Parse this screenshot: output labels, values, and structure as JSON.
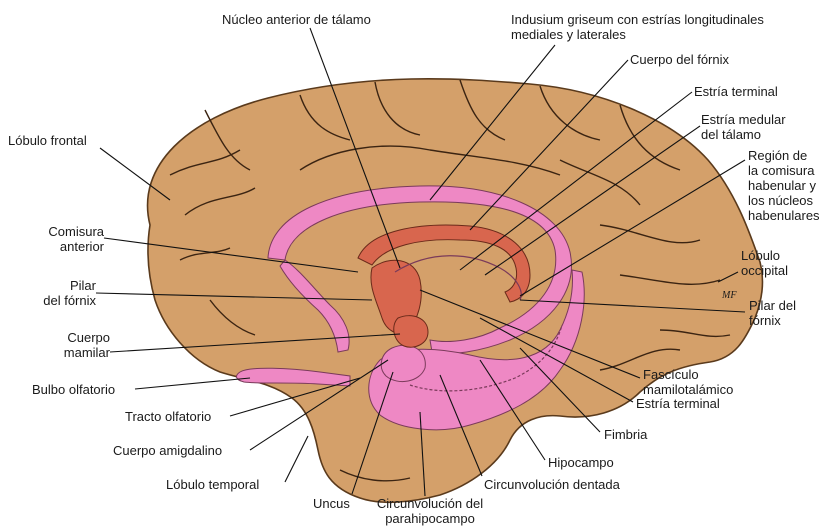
{
  "colors": {
    "brain": "#D4A06A",
    "brain_outline": "#5a3a1c",
    "limbic_pink": "#EE88C4",
    "thalamus_red": "#D8664E",
    "leader_line": "#111111",
    "text": "#1a1a1a"
  },
  "labels": {
    "nucleo_anterior": "Núcleo anterior de tálamo",
    "indusium": "Indusium griseum con estrías longitudinales\nmediales y laterales",
    "cuerpo_fornix": "Cuerpo del fórnix",
    "estria_terminal_top": "Estría terminal",
    "estria_medular": "Estría medular\ndel tálamo",
    "region_comisura": "Región de\nla comisura\nhabenular y\nlos núcleos\nhabenulares",
    "lobulo_frontal": "Lóbulo frontal",
    "lobulo_occipital": "Lóbulo\noccipital",
    "comisura_anterior": "Comisura\nanterior",
    "pilar_fornix_left": "Pilar\ndel fórnix",
    "pilar_fornix_right": "Pilar del\nfórnix",
    "cuerpo_mamilar": "Cuerpo\nmamilar",
    "fasciculo": "Fascículo\nmamilotalámico",
    "bulbo_olfatorio": "Bulbo olfatorio",
    "tracto_olfatorio": "Tracto olfatorio",
    "estria_terminal_bottom": "Estría terminal",
    "fimbria": "Fimbria",
    "cuerpo_amigdalino": "Cuerpo amigdalino",
    "hipocampo": "Hipocampo",
    "lobulo_temporal": "Lóbulo temporal",
    "circunvolucion_dentada": "Circunvolución dentada",
    "uncus": "Uncus",
    "circunvolucion_parahipocampo": "Circunvolución del\nparahipocampo",
    "artist_signature": "MF"
  }
}
